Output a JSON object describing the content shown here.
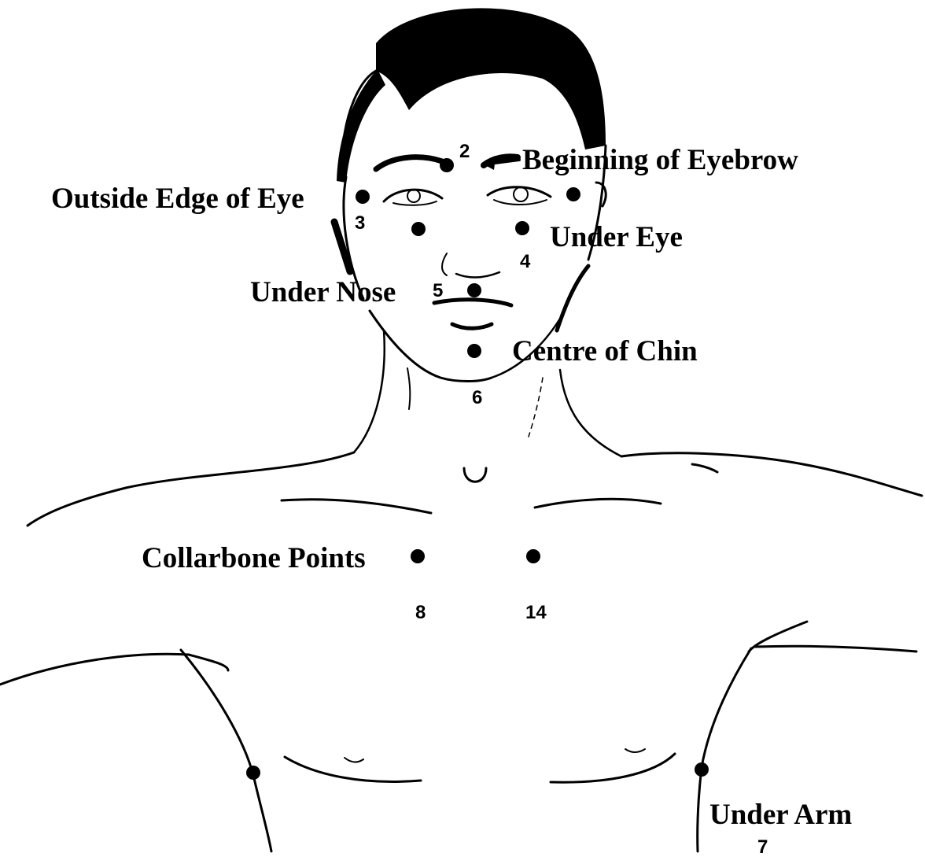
{
  "colors": {
    "ink": "#000000",
    "background": "#ffffff"
  },
  "labels": {
    "eyebrow": "Beginning of Eyebrow",
    "outside_eye": "Outside Edge of Eye",
    "under_eye": "Under Eye",
    "under_nose": "Under Nose",
    "chin": "Centre of Chin",
    "collarbone": "Collarbone Points",
    "under_arm": "Under Arm"
  },
  "numbers": {
    "eyebrow": "2",
    "outside_eye": "3",
    "under_eye": "4",
    "under_nose": "5",
    "chin": "6",
    "under_arm": "7",
    "collarbone_left": "8",
    "collarbone_right": "14"
  }
}
